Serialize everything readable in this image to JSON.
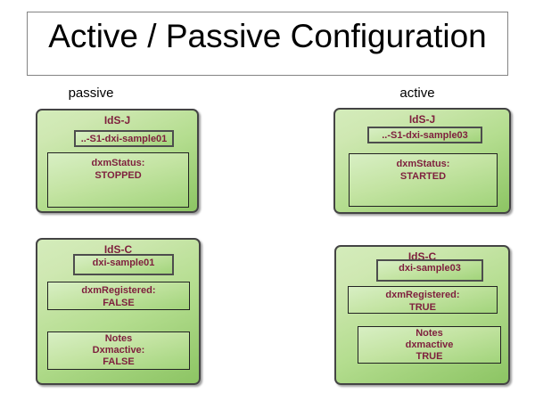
{
  "title": "Active / Passive Configuration",
  "column_labels": {
    "left": "passive",
    "right": "active"
  },
  "nodes": {
    "passive_idsj": {
      "header": "IdS-J",
      "sample": "..-S1-dxi-sample01",
      "status_lines": [
        "dxmStatus:",
        "STOPPED"
      ]
    },
    "active_idsj": {
      "header": "IdS-J",
      "sample": "..-S1-dxi-sample03",
      "status_lines": [
        "dxmStatus:",
        "STARTED"
      ]
    },
    "passive_idsc": {
      "header": "IdS-C",
      "sample": "dxi-sample01",
      "registered_lines": [
        "dxmRegistered:",
        "FALSE"
      ],
      "notes_lines": [
        "Notes",
        "Dxmactive:",
        "FALSE"
      ]
    },
    "active_idsc": {
      "header": "IdS-C",
      "sample": "dxi-sample03",
      "registered_lines": [
        "dxmRegistered:",
        "TRUE"
      ],
      "notes_lines": [
        "Notes",
        "dxmactive",
        "TRUE"
      ]
    }
  },
  "colors": {
    "node_fill_top": "#cfe8b2",
    "node_fill_bottom": "#8cc463",
    "inner_fill_top": "#d8efc4",
    "inner_fill_bottom": "#a2d47b",
    "node_border": "#444444",
    "inner_border": "#222222",
    "shadow": "#9e9e9e",
    "accent_text": "#7e1f3d",
    "title_text": "#000000",
    "title_border": "#848484",
    "background": "#ffffff"
  }
}
